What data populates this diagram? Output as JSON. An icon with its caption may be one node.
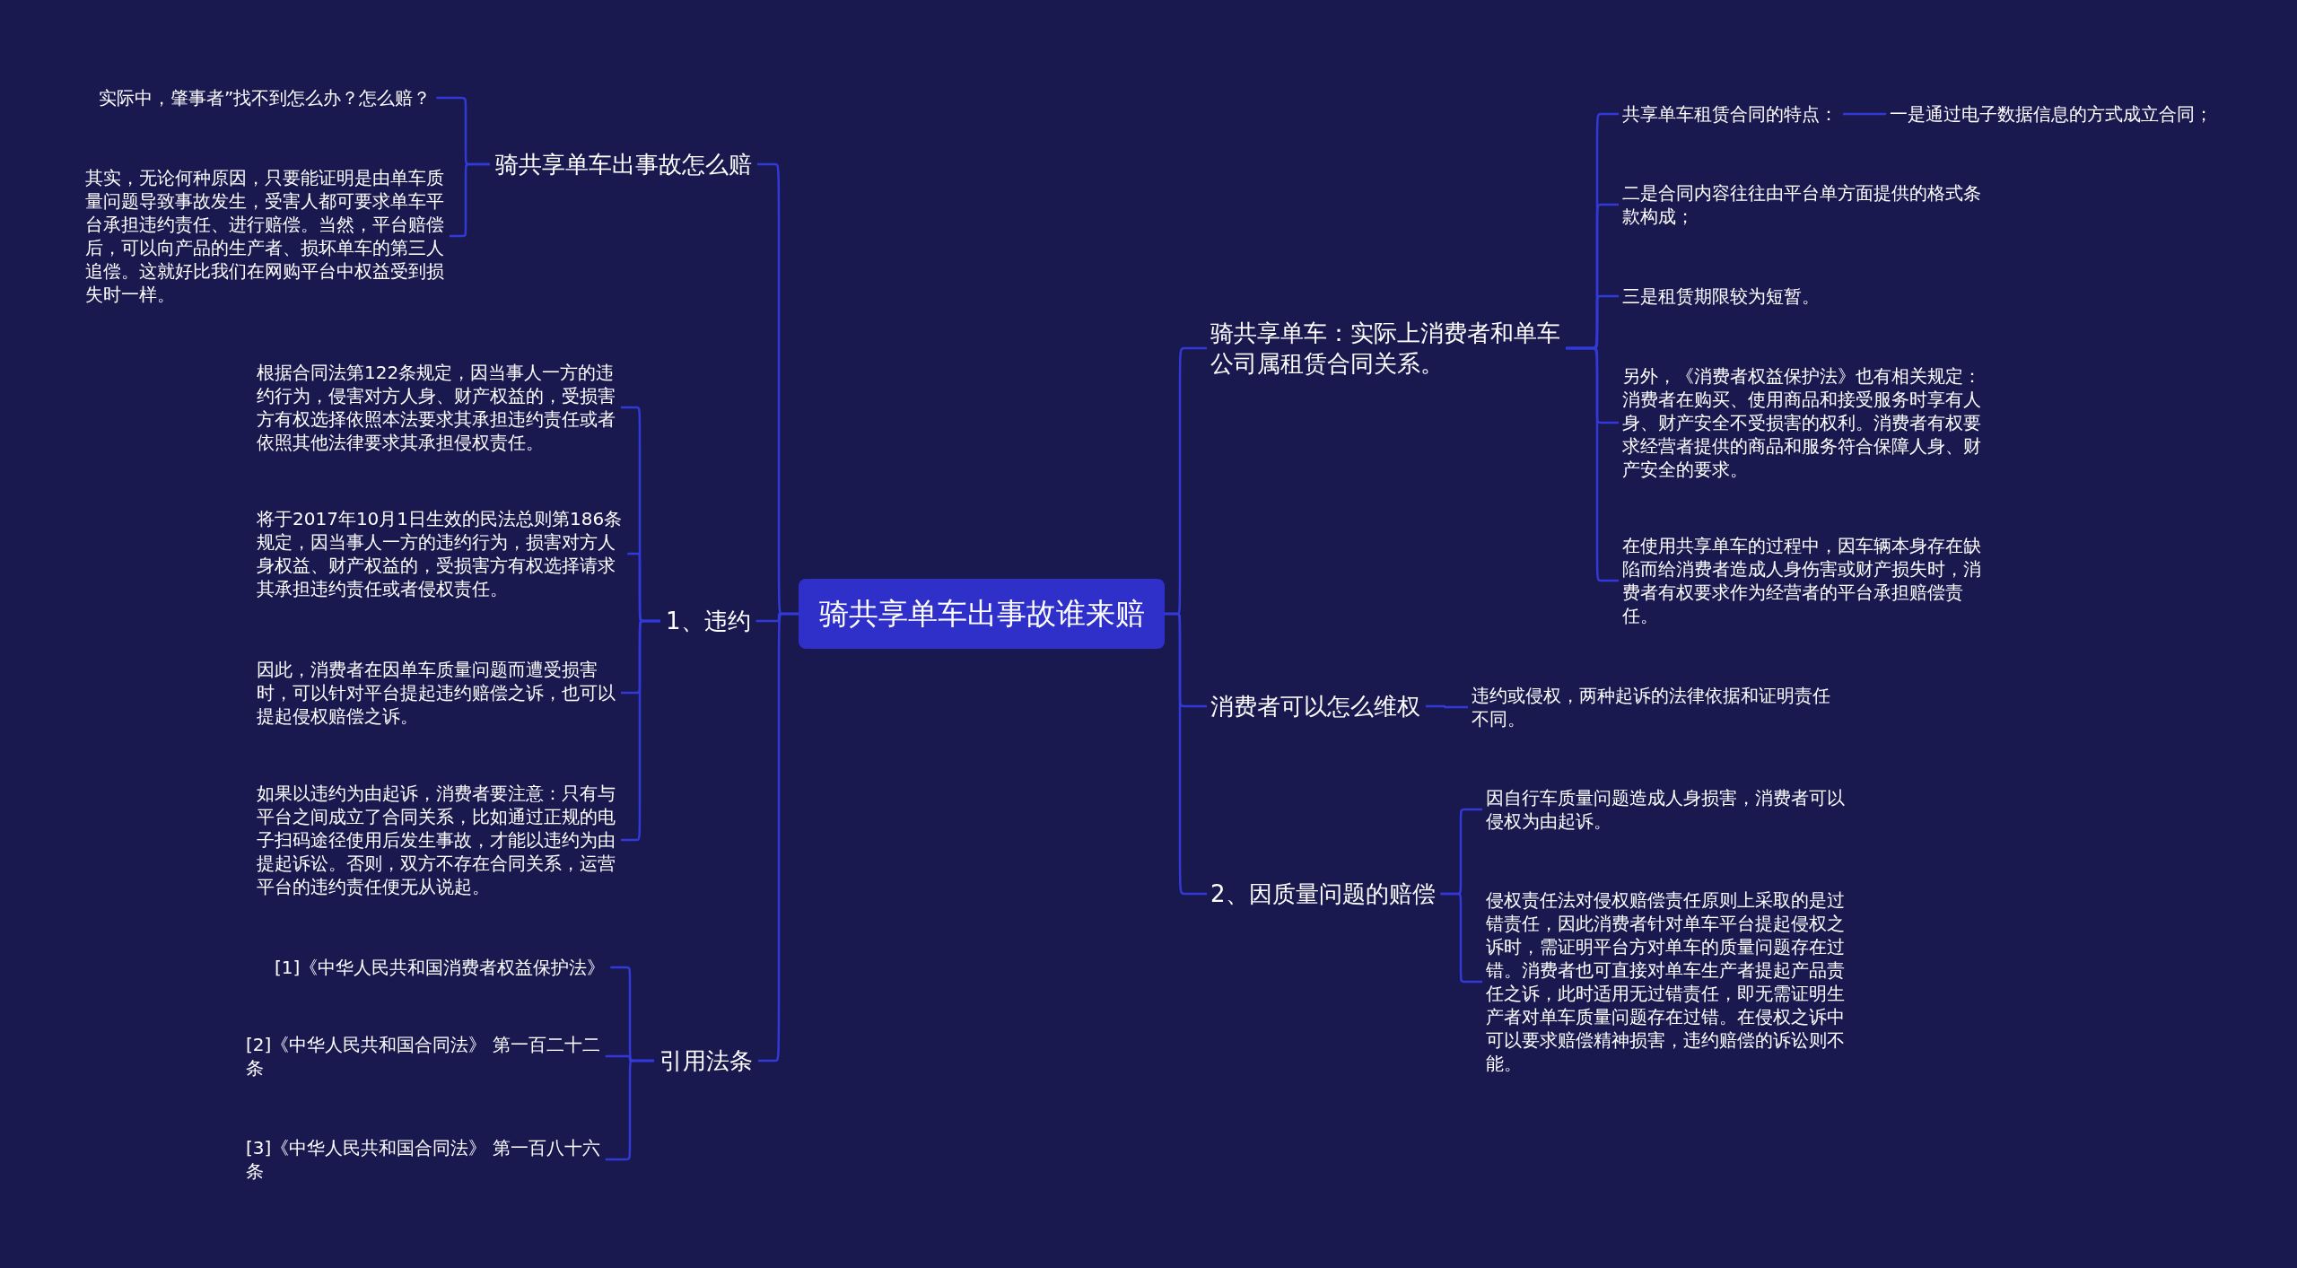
{
  "diagram": {
    "nodes": [
      {
        "text": [
          "骑共享单车出事故谁来赔"
        ]
      },
      {
        "text": [
          "骑共享单车出事故怎么赔"
        ]
      },
      {
        "text": [
          "实际中，肇事者”找不到怎么办？怎么赔？"
        ]
      },
      {
        "text": [
          "其实，无论何种原因，只要能证明是由单车质量问题导致事故发生，受害人都可要求单车平台承担违约责任、进行赔偿。当然，平台赔偿后，可以向产品的生产者、损坏单车的第三人追偿。这就好比我们在网购平台中权益受到损失时一样。"
        ]
      },
      {
        "text": [
          "1、违约"
        ]
      },
      {
        "text": [
          "根据合同法第122条规定，因当事人一方的违约行为，侵害对方人身、财产权益的，受损害方有权选择依照本法要求其承担违约责任或者依照其他法律要求其承担侵权责任。"
        ]
      },
      {
        "text": [
          "将于2017年10月1日生效的民法总则第186条规定，因当事人一方的违约行为，损害对方人身权益、财产权益的，受损害方有权选择请求其承担违约责任或者侵权责任。"
        ]
      },
      {
        "text": [
          "因此，消费者在因单车质量问题而遭受损害时，可以针对平台提起违约赔偿之诉，也可以提起侵权赔偿之诉。"
        ]
      },
      {
        "text": [
          "如果以违约为由起诉，消费者要注意：只有与平台之间成立了合同关系，比如通过正规的电子扫码途径使用后发生事故，才能以违约为由提起诉讼。否则，双方不存在合同关系，运营平台的违约责任便无从说起。"
        ]
      },
      {
        "text": [
          "引用法条"
        ]
      },
      {
        "text": [
          "[1]《中华人民共和国消费者权益保护法》"
        ]
      },
      {
        "text": [
          "[2]《中华人民共和国合同法》 第一百二十二条"
        ]
      },
      {
        "text": [
          "[3]《中华人民共和国合同法》 第一百八十六条"
        ]
      },
      {
        "text": [
          "骑共享单车：实际上消费者和单车公司属租赁合同关系。"
        ]
      },
      {
        "text": [
          "共享单车租赁合同的特点："
        ]
      },
      {
        "text": [
          "一是通过电子数据信息的方式成立合同；"
        ]
      },
      {
        "text": [
          "二是合同内容往往由平台单方面提供的格式条款构成；"
        ]
      },
      {
        "text": [
          "三是租赁期限较为短暂。"
        ]
      },
      {
        "text": [
          "另外，《消费者权益保护法》也有相关规定：消费者在购买、使用商品和接受服务时享有人身、财产安全不受损害的权利。消费者有权要求经营者提供的商品和服务符合保障人身、财产安全的要求。"
        ]
      },
      {
        "text": [
          "在使用共享单车的过程中，因车辆本身存在缺陷而给消费者造成人身伤害或财产损失时，消费者有权要求作为经营者的平台承担赔偿责任。"
        ]
      },
      {
        "text": [
          "消费者可以怎么维权"
        ]
      },
      {
        "text": [
          "违约或侵权，两种起诉的法律依据和证明责任不同。"
        ]
      },
      {
        "text": [
          "2、因质量问题的赔偿"
        ]
      },
      {
        "text": [
          "因自行车质量问题造成人身损害，消费者可以侵权为由起诉。"
        ]
      },
      {
        "text": [
          "侵权责任法对侵权赔偿责任原则上采取的是过错责任，因此消费者针对单车平台提起侵权之诉时，需证明平台方对单车的质量问题存在过错。消费者也可直接对单车生产者提起产品责任之诉，此时适用无过错责任，即无需证明生产者对单车质量问题存在过错。在侵权之诉中可以要求赔偿精神损害，违约赔偿的诉讼则不能。"
        ]
      }
    ],
    "edges": [
      {
        "from": 0,
        "to": 1,
        "arrow": "none"
      },
      {
        "from": 1,
        "to": 2,
        "arrow": "none"
      },
      {
        "from": 1,
        "to": 3,
        "arrow": "none"
      },
      {
        "from": 0,
        "to": 4,
        "arrow": "none"
      },
      {
        "from": 4,
        "to": 5,
        "arrow": "none"
      },
      {
        "from": 4,
        "to": 6,
        "arrow": "none"
      },
      {
        "from": 4,
        "to": 7,
        "arrow": "none"
      },
      {
        "from": 4,
        "to": 8,
        "arrow": "none"
      },
      {
        "from": 0,
        "to": 9,
        "arrow": "none"
      },
      {
        "from": 9,
        "to": 10,
        "arrow": "none"
      },
      {
        "from": 9,
        "to": 11,
        "arrow": "none"
      },
      {
        "from": 9,
        "to": 12,
        "arrow": "none"
      },
      {
        "from": 0,
        "to": 13,
        "arrow": "none"
      },
      {
        "from": 13,
        "to": 14,
        "arrow": "none"
      },
      {
        "from": 14,
        "to": 15,
        "arrow": "none"
      },
      {
        "from": 13,
        "to": 16,
        "arrow": "none"
      },
      {
        "from": 13,
        "to": 17,
        "arrow": "none"
      },
      {
        "from": 13,
        "to": 18,
        "arrow": "none"
      },
      {
        "from": 13,
        "to": 19,
        "arrow": "none"
      },
      {
        "from": 0,
        "to": 20,
        "arrow": "none"
      },
      {
        "from": 20,
        "to": 21,
        "arrow": "none"
      },
      {
        "from": 0,
        "to": 22,
        "arrow": "none"
      },
      {
        "from": 22,
        "to": 23,
        "arrow": "none"
      },
      {
        "from": 22,
        "to": 24,
        "arrow": "none"
      }
    ]
  }
}
